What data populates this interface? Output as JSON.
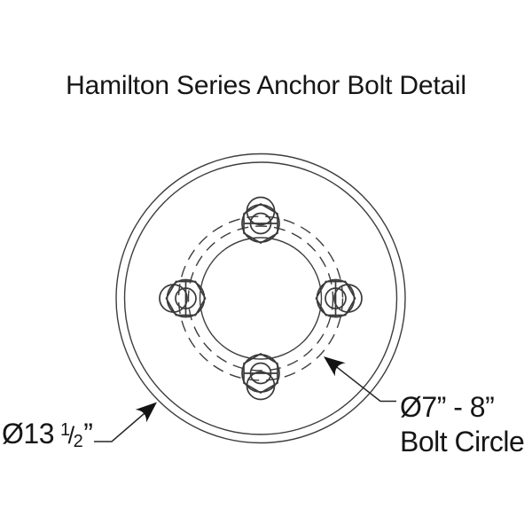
{
  "title": "Hamilton Series Anchor Bolt Detail",
  "annotations": {
    "plate_diameter": {
      "prefix": "Ø13",
      "frac_numerator": "1",
      "frac_slash": "/",
      "frac_denominator": "2",
      "suffix": "”"
    },
    "bolt_circle": {
      "line1": "Ø7” - 8”",
      "line2": "Bolt Circle"
    }
  },
  "diagram": {
    "bolt_count": 4,
    "colors": {
      "line": "#3d3d3d",
      "leader": "#262626",
      "arrow": "#131313",
      "text": "#161616",
      "background": "#ffffff"
    }
  }
}
